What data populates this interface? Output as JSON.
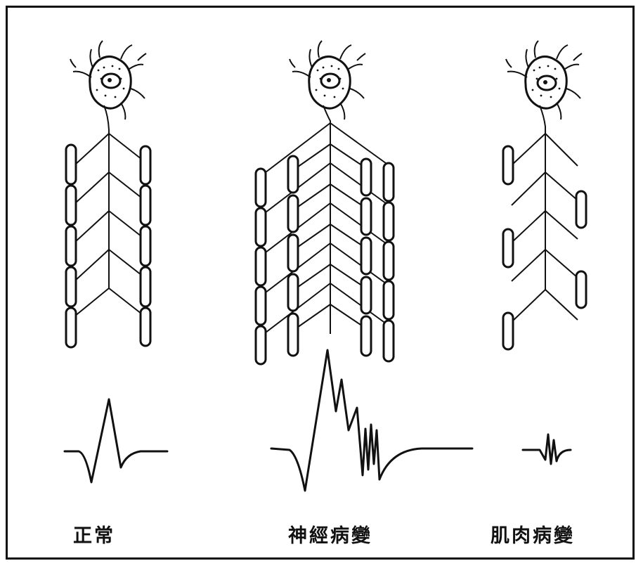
{
  "panels": [
    {
      "id": "normal",
      "label": "正常"
    },
    {
      "id": "neuropathy",
      "label": "神經病變"
    },
    {
      "id": "myopathy",
      "label": "肌肉病變"
    }
  ],
  "colors": {
    "ink": "#111111",
    "background": "#ffffff"
  }
}
